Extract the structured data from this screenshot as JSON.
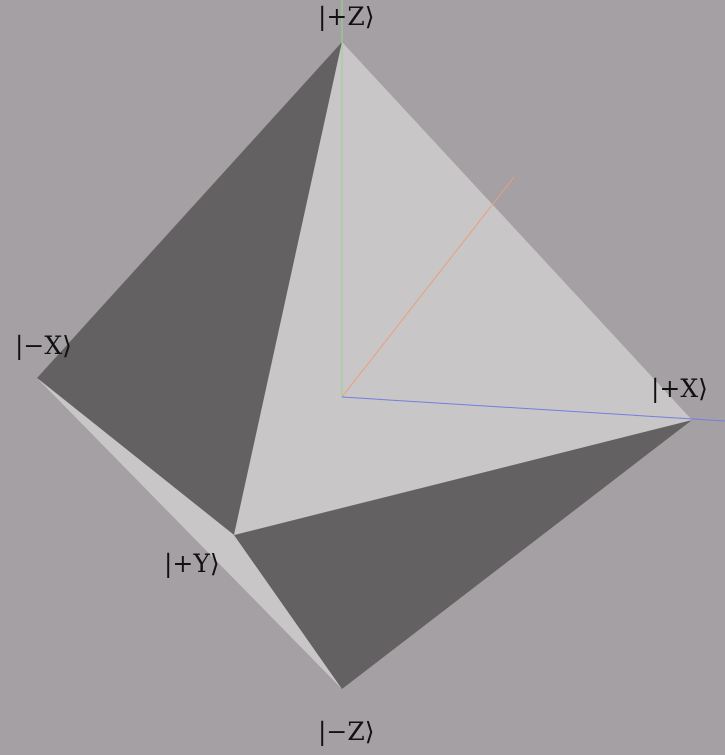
{
  "colors": {
    "background": "#a4a0a3",
    "face_light": "#c9c6c8",
    "face_dark": "#636162",
    "axis_x": "#e8a07a",
    "axis_y": "#9ccf94",
    "axis_z": "#6f7fe0"
  },
  "vertices": {
    "plus_z": "|+Z⟩",
    "minus_x": "|−X⟩",
    "plus_x": "|+X⟩",
    "plus_y": "|+Y⟩",
    "minus_z": "|−Z⟩"
  }
}
